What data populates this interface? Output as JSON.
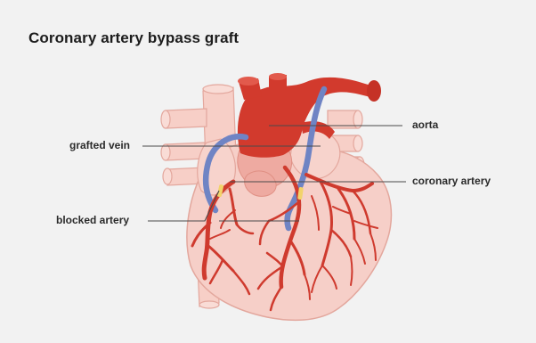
{
  "title": "Coronary artery bypass graft",
  "labels": {
    "aorta": "aorta",
    "grafted_vein": "grafted vein",
    "coronary_artery": "coronary artery",
    "blocked_artery": "blocked artery"
  },
  "colors": {
    "background": "#f2f2f2",
    "heart_fill": "#f6cfc8",
    "heart_outline": "#e3a79d",
    "vessel_pale": "#f5c8c0",
    "artery_red": "#cf3a2e",
    "aorta_red": "#d23a2d",
    "graft_blue": "#6f84c4",
    "blockage_yellow": "#f2d36b",
    "leader_line": "#4a4a4a"
  }
}
